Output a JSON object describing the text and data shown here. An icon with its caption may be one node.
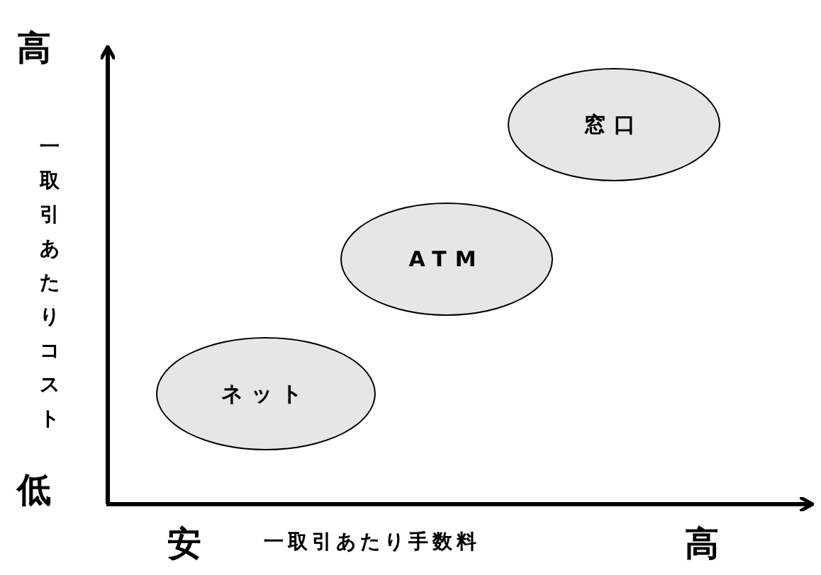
{
  "diagram": {
    "nodes": [
      {
        "text": [
          "窓口"
        ]
      },
      {
        "text": [
          "ATM"
        ]
      },
      {
        "text": [
          "ネット"
        ]
      }
    ],
    "edges": [],
    "labels": [
      "高",
      "一取引あたりコスト",
      "低",
      "安",
      "一取引あたり手数料",
      "高"
    ]
  }
}
